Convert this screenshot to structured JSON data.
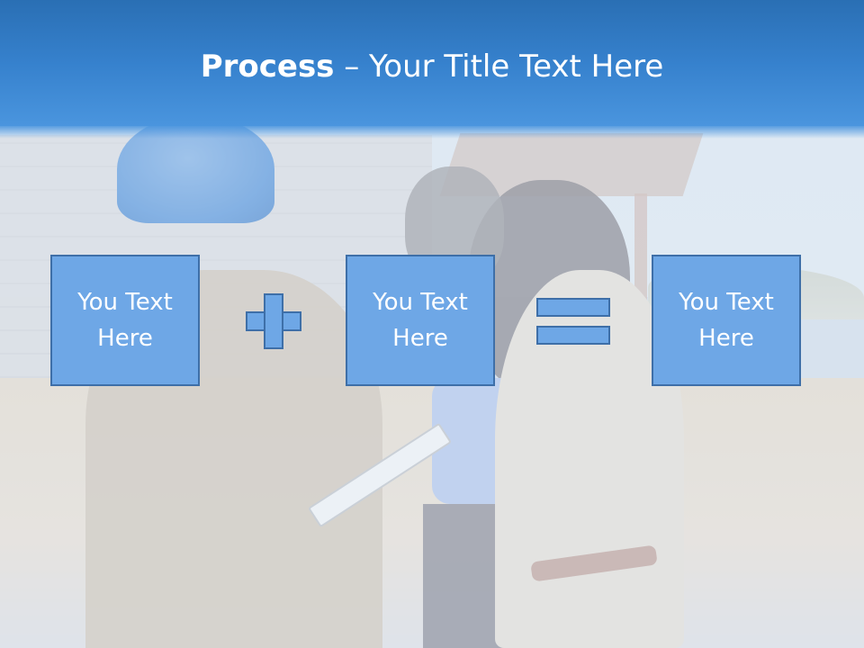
{
  "title": {
    "bold": "Process",
    "rest": " – Your Title Text Here"
  },
  "boxes": [
    {
      "text": "You Text Here"
    },
    {
      "text": "You Text Here"
    },
    {
      "text": "You Text Here"
    }
  ],
  "operators": [
    "plus-icon",
    "equals-icon"
  ],
  "colors": {
    "title_bar": "#3681cd",
    "box_fill": "#6ea7e6",
    "box_border": "#3e6fa8",
    "text": "#ffffff"
  }
}
